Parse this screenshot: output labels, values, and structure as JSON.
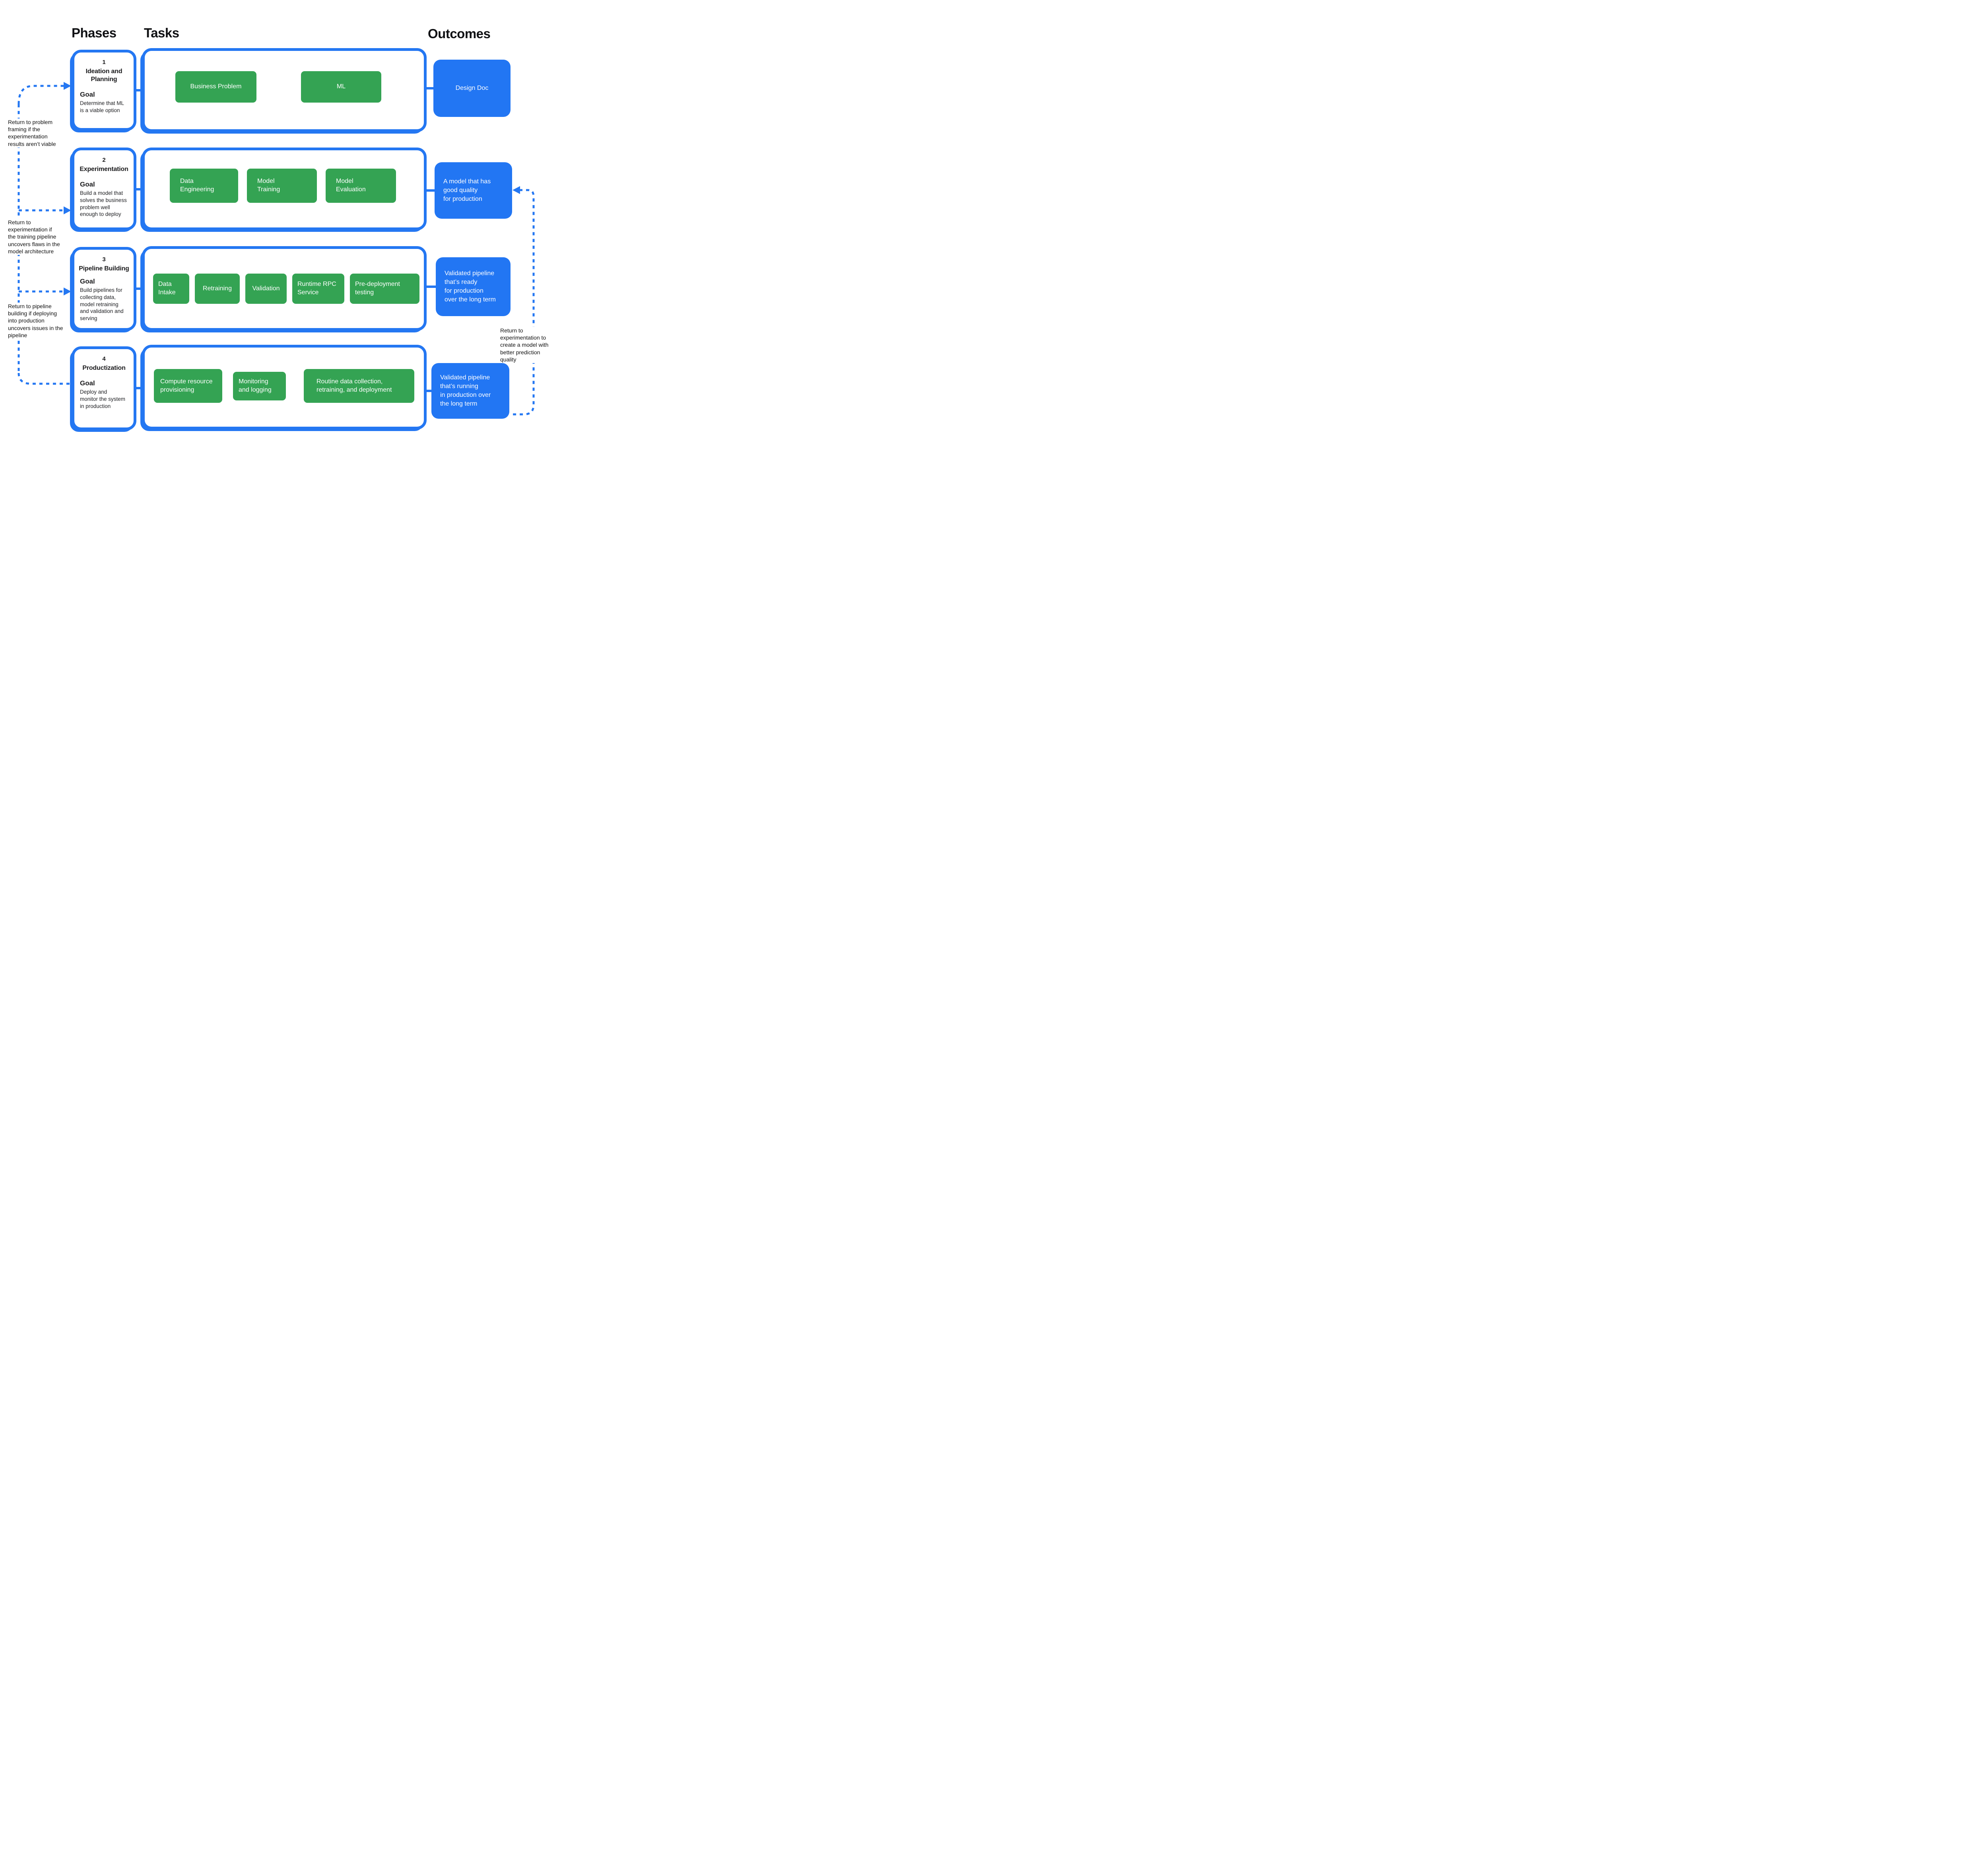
{
  "headers": {
    "phases": "Phases",
    "tasks": "Tasks",
    "outcomes": "Outcomes"
  },
  "colors": {
    "accent_blue": "#2477F2",
    "task_green": "#34A353",
    "outcome_blue": "#2276F3",
    "text": "#1c1c1e"
  },
  "phases": [
    {
      "number": "1",
      "title": "Ideation and\nPlanning",
      "goal_label": "Goal",
      "goal": "Determine that ML\nis a viable option"
    },
    {
      "number": "2",
      "title": "Experimentation",
      "goal_label": "Goal",
      "goal": "Build a model that\nsolves the business\nproblem well\nenough to deploy"
    },
    {
      "number": "3",
      "title": "Pipeline Building",
      "goal_label": "Goal",
      "goal": "Build pipelines for\ncollecting data,\nmodel retraining\nand validation and\nserving"
    },
    {
      "number": "4",
      "title": "Productization",
      "goal_label": "Goal",
      "goal": "Deploy and\nmonitor the system\nin production"
    }
  ],
  "tasks": {
    "row1": [
      "Business Problem",
      "ML"
    ],
    "row2": [
      "Data\nEngineering",
      "Model\nTraining",
      "Model\nEvaluation"
    ],
    "row3": [
      "Data\nIntake",
      "Retraining",
      "Validation",
      "Runtime RPC\nService",
      "Pre-deployment\ntesting"
    ],
    "row4": [
      "Compute resource\nprovisioning",
      "Monitoring\nand logging",
      "Routine data collection,\nretraining, and deployment"
    ]
  },
  "outcomes": [
    "Design Doc",
    "A model that has\ngood quality\nfor production",
    "Validated pipeline\nthat’s ready\nfor production\nover the long term",
    "Validated pipeline\nthat’s running\nin production over\nthe long term"
  ],
  "annotations": {
    "left": [
      "Return to problem\nframing if the\nexperimentation\nresults aren’t viable",
      "Return to\nexperimentation if\nthe training pipeline\nuncovers flaws in the\nmodel architecture",
      "Return to pipeline\nbuilding if deploying\ninto production\nuncovers issues in the\npipeline"
    ],
    "right": "Return to\nexperimentation to\ncreate a model with\nbetter prediction\nquality"
  }
}
